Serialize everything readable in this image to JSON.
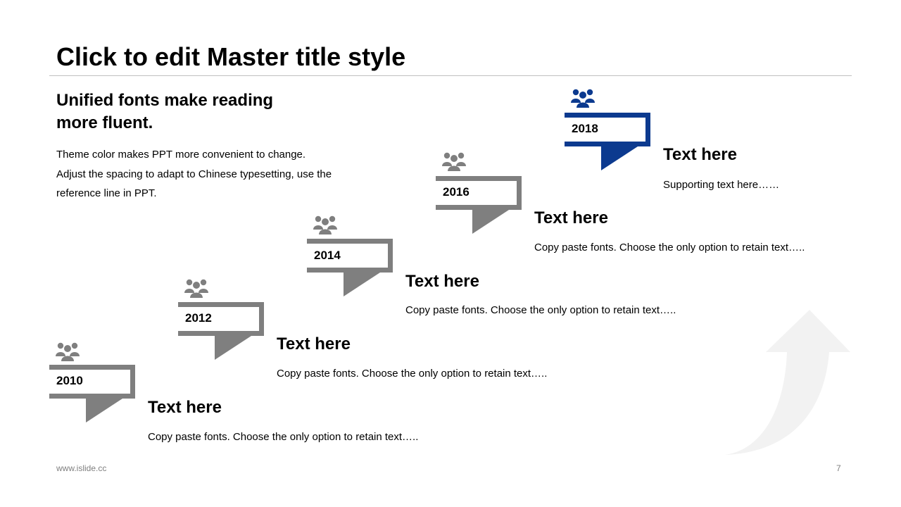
{
  "slide": {
    "title": "Click to edit Master title style",
    "subtitle": "Unified fonts make reading more fluent.",
    "intro": [
      "Theme color makes PPT more convenient to change.",
      "Adjust the spacing to adapt to Chinese typesetting, use the",
      "reference line in PPT."
    ]
  },
  "colors": {
    "step_gray": "#7f7f7f",
    "accent_blue": "#0c3a8f",
    "arrow_light": "#f2f2f2"
  },
  "steps": [
    {
      "year": "2010",
      "heading": "Text here",
      "body": "Copy paste fonts. Choose the only option to retain text…..",
      "icon": "people-group-icon",
      "highlight": false
    },
    {
      "year": "2012",
      "heading": "Text here",
      "body": "Copy paste fonts. Choose the only option to retain text…..",
      "icon": "people-group-icon",
      "highlight": false
    },
    {
      "year": "2014",
      "heading": "Text here",
      "body": "Copy paste fonts. Choose the only option to retain text…..",
      "icon": "people-group-icon",
      "highlight": false
    },
    {
      "year": "2016",
      "heading": "Text here",
      "body": "Copy paste fonts. Choose the only option to retain text…..",
      "icon": "people-group-icon",
      "highlight": false
    },
    {
      "year": "2018",
      "heading": "Text here",
      "body": "Supporting text here……",
      "icon": "people-group-icon",
      "highlight": true
    }
  ],
  "footer": {
    "url": "www.islide.cc",
    "page_number": "7"
  }
}
